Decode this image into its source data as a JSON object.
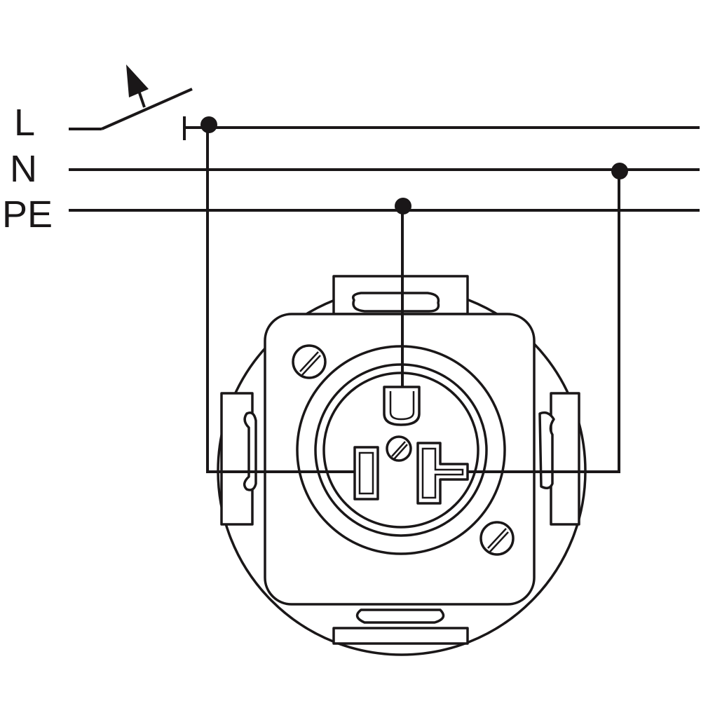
{
  "conductors": {
    "line": "L",
    "neutral": "N",
    "protective_earth": "PE"
  },
  "colors": {
    "stroke": "#1a1718",
    "background": "#ffffff"
  }
}
